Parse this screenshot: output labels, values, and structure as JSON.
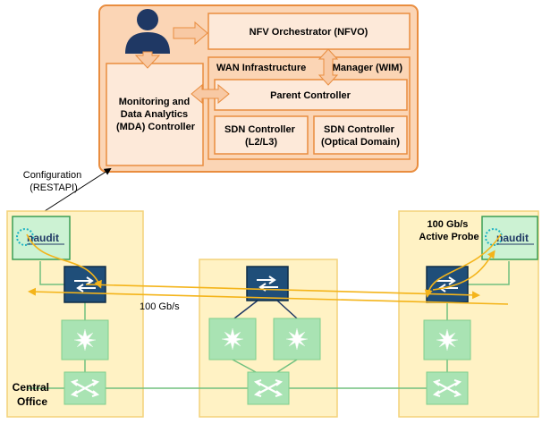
{
  "control_plane": {
    "nfvo_label": "NFV Orchestrator (NFVO)",
    "wim_label_left": "WAN Infrastructure",
    "wim_label_right": "Manager (WIM)",
    "parent_controller_label": "Parent Controller",
    "mda_label_lines": [
      "Monitoring and",
      "Data Analytics",
      "(MDA) Controller"
    ],
    "sdn_l2l3_lines": [
      "SDN Controller",
      "(L2/L3)"
    ],
    "sdn_optical_lines": [
      "SDN Controller",
      "(Optical Domain)"
    ]
  },
  "annotations": {
    "configuration_lines": [
      "Configuration",
      "(RESTAPI)"
    ],
    "link_rate": "100 Gb/s",
    "probe_lines": [
      "100 Gb/s",
      "Active Probe"
    ],
    "central_office_lines": [
      "Central",
      "Office"
    ]
  },
  "probes": {
    "logo_text_left": "naudit",
    "logo_text_right": "naudit"
  },
  "colors": {
    "orchestrator_bg": "#fbd5b5",
    "orchestrator_border": "#e98d3f",
    "inner_box_bg": "#fde9d9",
    "arrow_fill": "#f8c9a4",
    "user_icon": "#1f3864",
    "site_bg": "#fff2c4",
    "site_border": "#f4d27a",
    "probe_bg": "#ccf2d3",
    "probe_border": "#3b9e54",
    "switch_blue": "#1f4e79",
    "optical_green": "#a9e3b3",
    "link_green": "#70c07f",
    "signal_orange": "#f4b41a",
    "logo_teal": "#1fb2c3"
  }
}
